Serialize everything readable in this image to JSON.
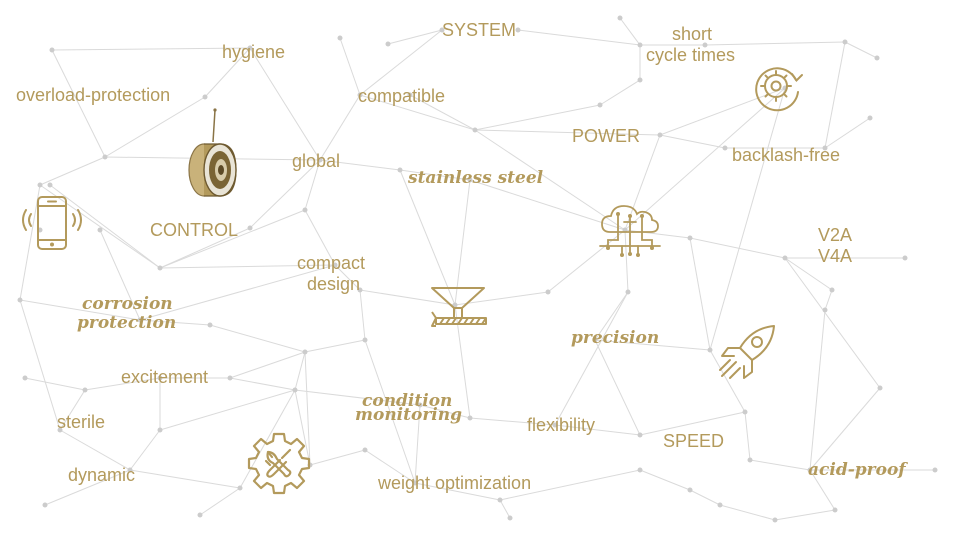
{
  "colors": {
    "accent": "#b39a5c",
    "line": "#dadada",
    "node": "#cccccc"
  },
  "labels": {
    "hygiene": "hygiene",
    "overload_protection": "overload-protection",
    "system": "SYSTEM",
    "compatible": "compatible",
    "short": "short",
    "cycle_times": "cycle times",
    "power": "POWER",
    "global": "global",
    "stainless_steel": "stainless steel",
    "backlash_free": "backlash-free",
    "control": "CONTROL",
    "compact": "compact",
    "design": "design",
    "v2a": "V2A",
    "v4a": "V4A",
    "corrosion": "corrosion",
    "protection": "protection",
    "precision": "precision",
    "excitement": "excitement",
    "condition": "condition",
    "monitoring": "monitoring",
    "flexibility": "flexibility",
    "sterile": "sterile",
    "speed": "SPEED",
    "dynamic": "dynamic",
    "weight_optimization": "weight optimization",
    "acid_proof": "acid-proof"
  },
  "icons": [
    "smartphone-icon",
    "brake-device-icon",
    "gear-cycle-icon",
    "cloud-network-icon",
    "funnel-screw-icon",
    "rocket-icon",
    "gear-wrench-icon"
  ]
}
